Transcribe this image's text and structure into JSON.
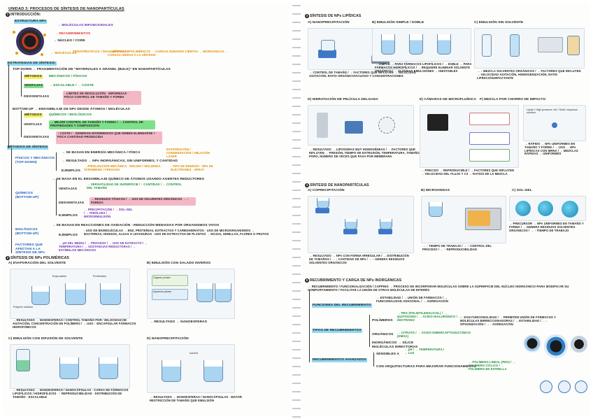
{
  "left": {
    "title": "UNIDAD 3: PROCESOS DE SÍNTESIS DE NANOPARTÍCULAS",
    "intro": "INTRODUCCIÓN:",
    "estructura": "ESTRUCTURA NPs",
    "ligandos": "→ MOLÉCULAS BIFUNCIONALES",
    "recubrimientos": "→ RECUBRIMIENTOS",
    "nucleo": "→ NÚCLEO / CORE",
    "moleculas": "→ MOLÉCULAS",
    "mol_tipos": "TERAPÉUTICAS / DIAGNÓSTICAS",
    "mol_desc": "→ LIPÍDICAS / POLIMÉRICAS → CARGAS DURANTE CIERTAS → INORGÁNICAS → CARGAS UNIDAS A LA SÍNTESIS",
    "estrategias": "ESTRATEGIAS DE SÍNTESIS:",
    "topdown": "TOP DOWN → FRAGMENTACIÓN DE \"MATERIALES A GRANEL (BULK)\" EN NANOPARTÍCULAS",
    "metodos": "MÉTODOS",
    "metodos_list": "MECÁNICOS / FÍSICOS",
    "ventajas": "VENTAJAS",
    "ventajas_list": "→ ESCALABLE / → COSTE",
    "desventajas": "DESVENTAJAS",
    "desv_list": "· LÍMITES DE RESOLUCIÓN · IMPUREZAS · POCO CONTROL DE TAMAÑO Y FORMA",
    "bottomup": "BOTTOM-UP → ENSAMBLAJE DE NPs DESDE ÁTOMOS / MOLÉCULAS",
    "bu_metodos": "QUÍMICOS / BIOLÓGICOS",
    "bu_ventajas": "→ MEJOR CONTROL DE TAMAÑO Y FORMA / → CONTROL DE PROPIEDADES Y COMPOSICIÓN",
    "bu_desv": "↑ COSTE / · GENERAN INTERMEDIOS QUE DEBEN ELIMINARSE / · POCA CANTIDAD PRODUCIDA",
    "metodos_sintesis": "MÉTODOS DE SÍNTESIS",
    "fisicos": "FÍSICOS Y MECÁNICOS (TOP-DOWN)",
    "fis_desc": "→ SE BASAN EN ENERGÍA MECÁNICA / FÍSICA",
    "fis_tags": "EVAPORACIÓN / CONDENSACIÓN / ABLACIÓN LÁSER",
    "fis_result": "→ RESULTADO → NPs INORGÁNICAS, SIN UNIFORMES, Y CANTIDAD",
    "ejemplos": "EJEMPLOS",
    "fis_ej": "→ PIROLIZACIÓN MECÁNICA · MOLINO / MOLIENDA · SCRUBBING / FRESADO",
    "fis_ej2": "· TIPO DE ENERGÍA · NPs DE ELECTRONES · SPRAY",
    "quimicos": "QUÍMICOS (BOTTOM-UP)",
    "quim_desc": "→ SE BASA EN EL ENSAMBLAJE QUÍMICO DE ÁTOMOS USANDO AGENTES REDUCTORES",
    "quim_ventajas": "→ VERSATILIDAD DE SUPERFICIE / ↑ CANTIDAD / → CONTROL DEL TAMAÑO",
    "quim_desv": "→ RESIDUOS TÓXICOS / → USO DE SOLVENTES ORGÁNICOS → ↓ PUREZA",
    "quim_ej": "→ PRECIPITACIÓN / → SOL-GEL / → PIRÓLISIS / → MICROEMULSIÓN",
    "bio": "BIOLÓGICOS (BOTTOM-UP)",
    "bio_desc": "→ SE BASAN EN REACCIONES DE OXIDACIÓN - REDUCCIÓN MEDIADAS POR ORGANISMOS VIVOS",
    "bio_ej": "· USO DE BIOMOLÉCULAS → ENZ, PROTEÍNAS, EXTRACTOS Y CARBOHIDRATOS · USO DE MICROORGANISMOS → BACTERIAS, HONGOS, ALGAS O LEVADURAS · USO DE EXTRACTOS DE PLANTAS → HOJAS, SEMILLAS, FLORES O FRUTOS",
    "factores": "FACTORES QUE AFECTAN A LA SÍNTESIS DE NPs",
    "factores_list": "→ pH DEL MEDIO / → PROCESO / → USO DE EXTRACTO / → TEMPERATURA / → SUSTANCIAS REDUCTORAS / → ESTÍMULOS MECÁNICOS",
    "sec2": "SÍNTESIS DE NPs POLIMÉRICAS",
    "sec2a": "A) EVAPORACIÓN DEL SOLVENTE",
    "sec2a_notes": "→ RESULTADO → NANOESFERAS / CONTROL TAMAÑO POR: VELOCIDAD DE AGITACIÓN, CONCENTRACIÓN DE POLÍMERO / → USO ↑ ENCAPSULAR FÁRMACOS HIDROFÓBICOS",
    "sec2b": "B) EMULSIÓN CON SALADO INVERSO",
    "sec2b_notes": "→ RESULTADO → NANOESFERAS",
    "sec2c": "C) EMULSIÓN CON DIFUSIÓN DE SOLVENTE",
    "sec2c_notes": "→ RESULTADO → NANOESFERAS / NANOCÁPSULAS · CARGA DE FÁRMACOS LIPOFÍLICOS / HIDROFÍLICOS · ↑ REPRODUCIBILIDAD · DISTRIBUCIÓN DE TAMAÑO · ESCALABLE",
    "sec2d": "D) NANOPRECIPITACIÓN",
    "sec2d_notes": "→ RESULTADO → NANOESFERAS / NANOCÁPSULAS · MAYOR RESTRICCIÓN DE TAMAÑO QUE EMULSIÓN"
  },
  "right": {
    "sec3": "SÍNTESIS DE NPs LIPÍDICAS",
    "sec3a": "A) NANOPRECIPITACIÓN",
    "sec3a_notes": "→ CONTROL DE TAMAÑO / → FACTORES QUE INFLUYEN → VELOCIDAD AGITACIÓN, RATIO ORGÁNICO/ACUOSO Y CONCENTRACIONES",
    "sec3b": "B) EMULSIÓN SIMPLE / DOBLE",
    "sec3b_notes": "→ SIMPLE → PARA FÁRMACOS LIPOFÍLICOS / → DOBLE → PARA FÁRMACOS HIDROFÍLICOS / → REQUIERE ELIMINAR SOLVENTE ORGÁNICO / → ALGUNAS EMULSIONES → INESTABLES",
    "sec3c": "C) EMULSIÓN SIN SOLVENTE",
    "sec3c_notes": "→ ↓ MEZCLA SOLVENTES ORGÁNICOS / → FACTORES QUE INFLUYEN → VELOCIDAD AGITACIÓN, HOMOGENIZACIÓN, RATIO LIPÍDICO/SURFACTANTE",
    "sec3d": "D) HIDRATACIÓN DE PELÍCULA DELGADA",
    "sec3d_notes": "→ RESULTADO → LIPOSOMAS MUY HOMOGÉNEAS / → FACTORES QUE INFLUYEN → PRESIÓN, TIEMPO DE EXTRUSIÓN, TEMPERATURA, TAMAÑO PORO, NÚMERO DE VECES QUE PASA POR MEMBRANA",
    "sec3e": "E) CÁMARAS DE MICROFLUÍDICA",
    "sec3e_notes": "→ PRECISO → REPRODUCIBLE / → FACTORES QUE INFLUYEN → VELOCIDAD DEL FLUJO Y C3 → RATIOS DE LA MEZCLA",
    "sec3f": "F) MEZCLA POR CHORRO DE IMPACTO",
    "sec3f_notes": "→ RÁPIDO → NPs UNIFORMES EN TAMAÑO Y FORMA / → USO → NPs LIPÍDICAS CON MRNA / → MEZCLAS RÁPIDAS → UNIFORMES",
    "jet_labels": "Lipids / High pressure Jet / Solid / Aqueous solution",
    "sec4": "SÍNTESIS DE NANOPARTÍCULAS",
    "sec4a": "A) COPRECIPITACIÓN",
    "sec4a_notes": "→ RESULTADO → NPs CON FORMA IRREGULAR / → DISTRIBUCIÓN DE TAMAÑOS / → ↓ CANTIDAD DE NPs / → ↑ GENERA RESIDUOS SOLVENTES ORGÁNICOS",
    "sec4b": "B) MICROONDAS",
    "sec4b_notes": "→ ↓ TIEMPO DE TRABAJO / → ↑ CONTROL DEL PROCESO / → ↑ REPRODUCIBILIDAD",
    "sec4c": "C) SOL-GEL",
    "sec4c_notes": "→ PRECURSOR → NPs UNIFORMES EN TAMAÑO Y FORMA / → GENERA RESIDUOS SOLVENTES ORGÁNICOS / → ↑ TIEMPO DE TRABAJO",
    "sec5": "RECUBRIMIENTO Y CARGA DE NPs INORGÁNICAS",
    "sec5_desc": "→ RECUBRIMIENTO / FUNCIONALIZACIÓN / CAPPING → PROCESO DE INCORPORAR MOLÉCULAS SOBRE LA SUPERFICIE DEL NÚCLEO INORGÁNICO PARA MODIFICAR SU COMPORTAMIENTO / FACILITAR LA UNIÓN DE OTRAS MOLÉCULAS DE INTERÉS",
    "funciones": "FUNCIONES DEL RECUBRIMIENTO",
    "funciones_list": "→ ESTABILIDAD / → UNIÓN DE FÁRMACOS / → FUNCIONALIDAD ADICIONAL / → AGREGACIÓN",
    "tipos": "TIPOS DE RECUBRIMIENTOS",
    "polimeros": "POLÍMEROS",
    "polimeros_list": "→ PEG (POLIETILENGLICOL) / → QUITOSANO / → ÁCIDO HIALURÓNICO / → DEXTRANO",
    "poli_func": "→ DAN FUNCIONALIDAD / → PERMITEN UNIÓN DE FÁRMACOS Y MOLÉCULAS BIRRECCIONADORAS / → ESTABILIDAD / → ↓ OPSONIZACIÓN / → ↓ AGREGACIÓN",
    "organicos": "ORGÁNICOS",
    "organicos_list": "→ CITRATO / → ÁCIDO DIMERCAPTOSUCCÍNICO (DMSA)",
    "inorganicos": "INORGÁNICOS → SÍLICE",
    "moleculas_dir": "MOLÉCULAS DIRECTORAS",
    "avanzados": "RECUBRIMIENTOS AVANZADOS",
    "sensibles": "SENSIBLES A",
    "sensibles_list": "→ pH / → TEMPERATURA / → LUZ",
    "arq": "CON ARQUITECTURAS PARA MEJORAR FUNCIONAMIENTO",
    "arq_list": "→ POLÍMERO LINEAL (PEG) / → POLÍMERO CÍCLICO / → POLÍMERO EN ESTRELLA"
  },
  "fig_labels": {
    "polymer_sol": "Polymer solution",
    "aq": "Aqueous solution",
    "evap": "Evaporation",
    "purif": "Purification",
    "org_phase": "Organic phase",
    "aq_phase": "Aqueous phase",
    "solvent": "solvent"
  },
  "colors": {
    "yellow": "#f5ef5a",
    "green": "#7fe08a",
    "pink": "#f3b8c6",
    "blue": "#8fd9f2",
    "purple": "#6b2fb3"
  }
}
